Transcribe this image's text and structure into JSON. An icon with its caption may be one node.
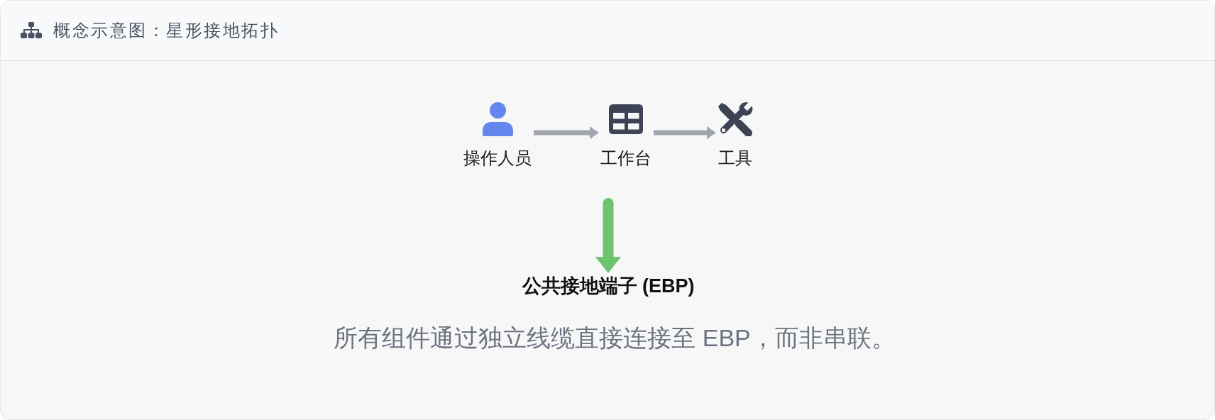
{
  "diagram": {
    "title": "概念示意图：星形接地拓扑",
    "nodes": [
      {
        "text": [
          "操作人员"
        ]
      },
      {
        "text": [
          "工作台"
        ]
      },
      {
        "text": [
          "工具"
        ]
      },
      {
        "text": [
          "公共接地端子 (EBP)"
        ]
      }
    ],
    "edges": [
      {
        "from": 0,
        "to": 1,
        "arrow": "to"
      },
      {
        "from": 1,
        "to": 2,
        "arrow": "to"
      },
      {
        "from": null,
        "to": 3,
        "arrow": "to",
        "style": "thick",
        "color": "#6cc46e"
      }
    ],
    "caption": "所有组件通过独立线缆直接连接至 EBP，而非串联。"
  }
}
